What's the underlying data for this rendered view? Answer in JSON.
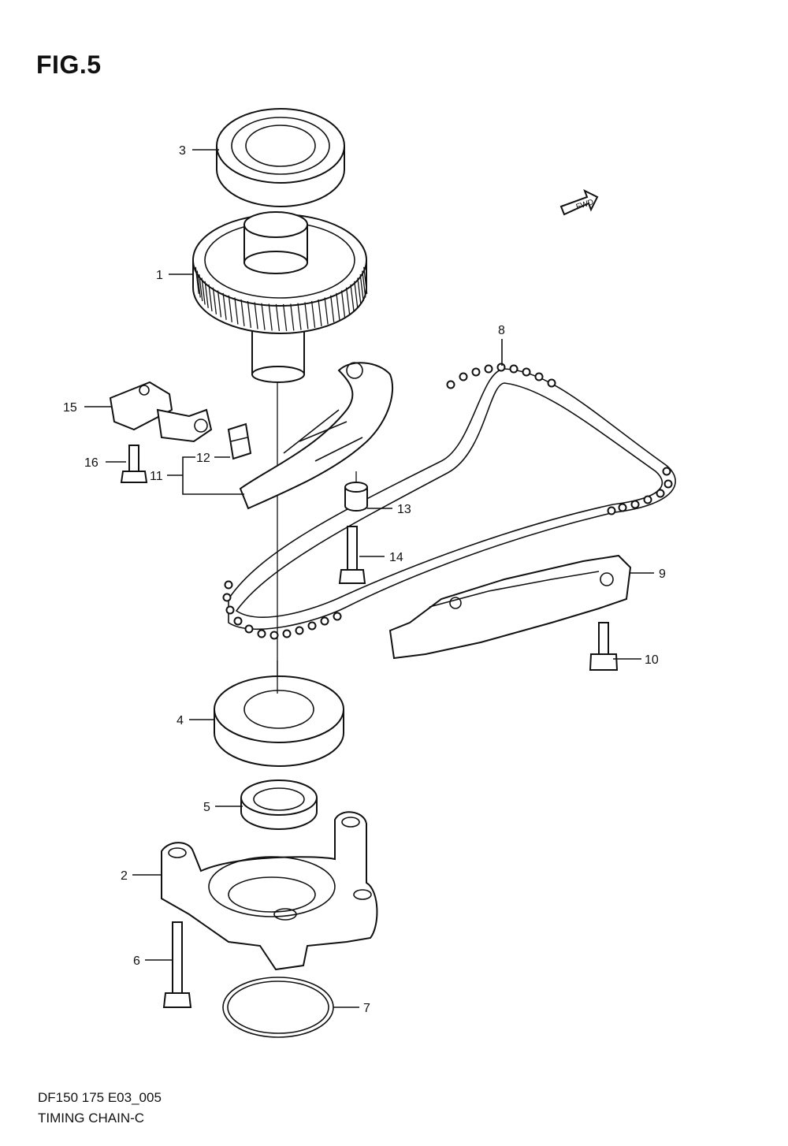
{
  "figure": {
    "title": "FIG.5",
    "code": "DF150 175 E03_005",
    "name": "TIMING CHAIN-C",
    "fwd_label": "FWD"
  },
  "callouts": [
    "1",
    "2",
    "3",
    "4",
    "5",
    "6",
    "7",
    "8",
    "9",
    "10",
    "11",
    "12",
    "13",
    "14",
    "15",
    "16"
  ],
  "parts": [
    {
      "number": "1",
      "icon": "driven-gear"
    },
    {
      "number": "2",
      "icon": "bearing-housing"
    },
    {
      "number": "3",
      "icon": "upper-bearing"
    },
    {
      "number": "4",
      "icon": "lower-bearing"
    },
    {
      "number": "5",
      "icon": "oil-seal"
    },
    {
      "number": "6",
      "icon": "housing-bolt"
    },
    {
      "number": "7",
      "icon": "o-ring"
    },
    {
      "number": "8",
      "icon": "timing-chain"
    },
    {
      "number": "9",
      "icon": "chain-guide"
    },
    {
      "number": "10",
      "icon": "guide-bolt"
    },
    {
      "number": "11",
      "icon": "chain-tensioner-arm"
    },
    {
      "number": "12",
      "icon": "tensioner-clip"
    },
    {
      "number": "13",
      "icon": "tensioner-collar"
    },
    {
      "number": "14",
      "icon": "tensioner-bolt"
    },
    {
      "number": "15",
      "icon": "chain-tensioner"
    },
    {
      "number": "16",
      "icon": "tensioner-mount-bolt"
    }
  ]
}
